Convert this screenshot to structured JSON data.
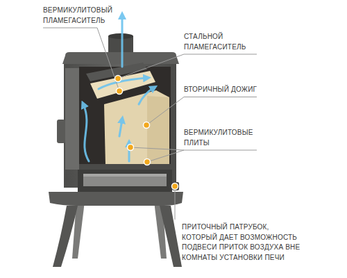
{
  "diagram": {
    "labels": [
      "ВЕРМИКУЛИТОВЫЙ ПЛАМЕГАСИТЕЛЬ",
      "СТАЛЬНОЙ ПЛАМЕГАСИТЕЛЬ",
      "ВТОРИЧНЫЙ ДОЖИГ",
      "ВЕРМИКУЛИТОВЫЕ ПЛИТЫ",
      "ПРИТОЧНЫЙ ПАТРУБОК, КОТОРЫЙ ДАЕТ ВОЗМОЖНОСТЬ ПОДВЕСИ ПРИТОК ВОЗДУХА ВНЕ КОМНАТЫ УСТАНОВКИ ПЕЧИ"
    ]
  }
}
